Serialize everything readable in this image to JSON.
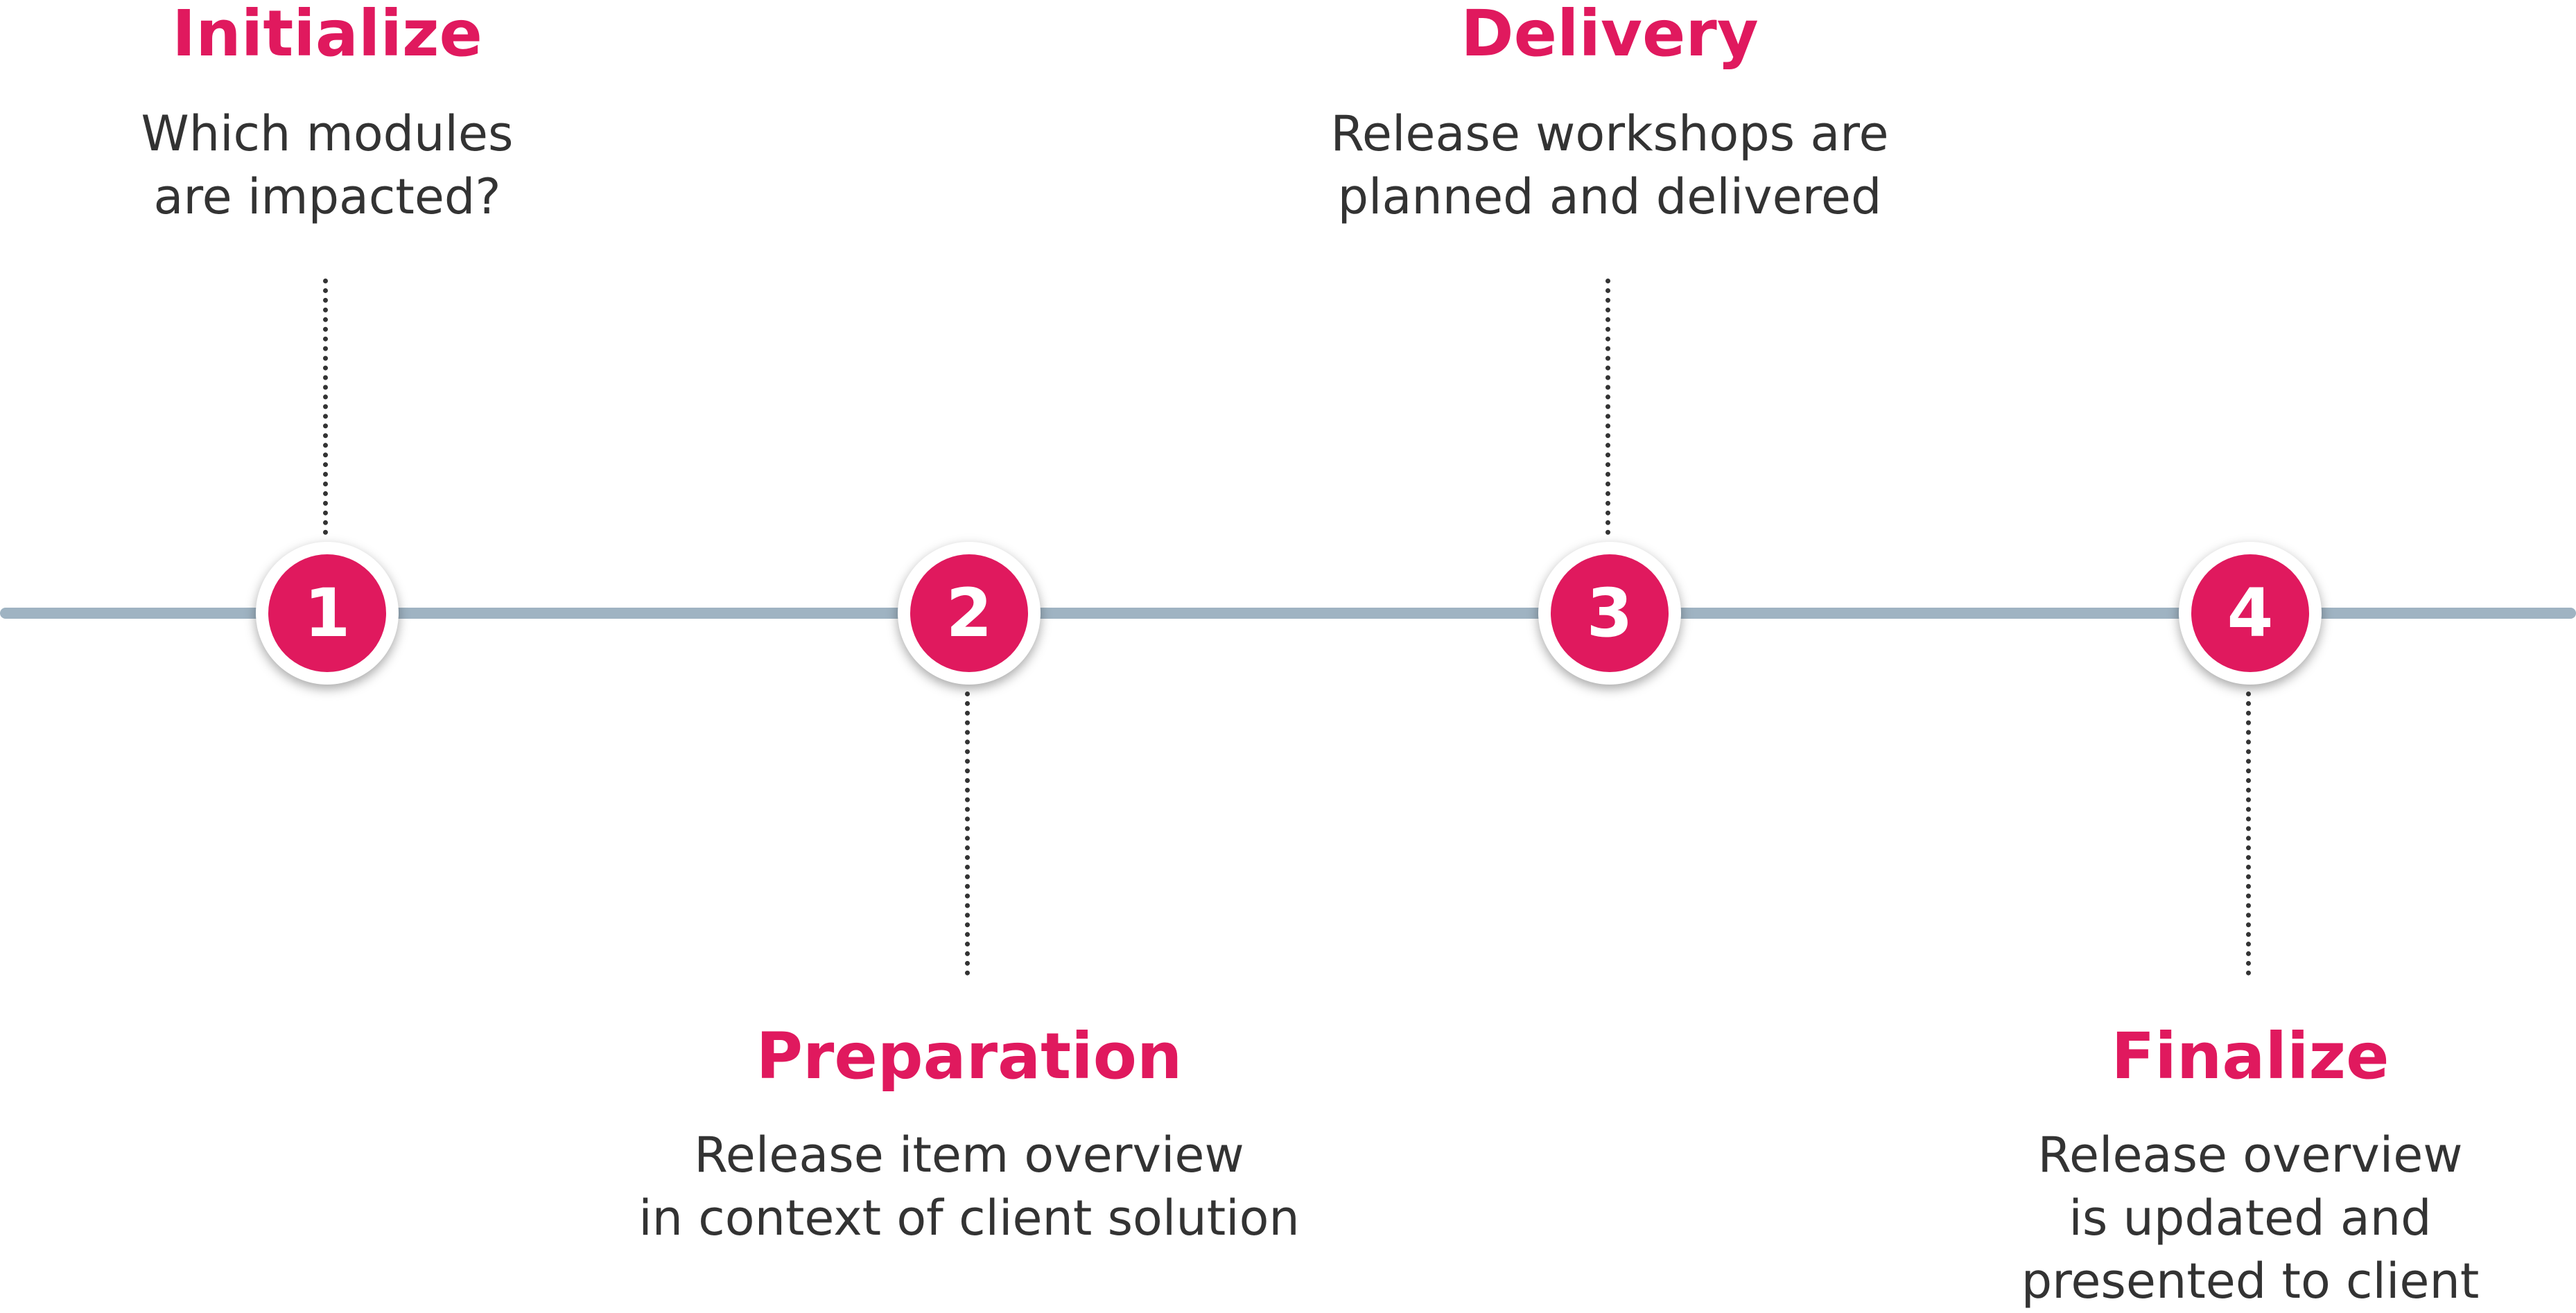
{
  "colors": {
    "accent": "#e0195e",
    "timeline": "#9fb3c2",
    "text": "#333333"
  },
  "steps": [
    {
      "number": "1",
      "title": "Initialize",
      "description": [
        "Which modules",
        "are impacted?"
      ]
    },
    {
      "number": "2",
      "title": "Preparation",
      "description": [
        "Release item overview",
        "in context of client solution"
      ]
    },
    {
      "number": "3",
      "title": "Delivery",
      "description": [
        "Release workshops are",
        "planned and delivered"
      ]
    },
    {
      "number": "4",
      "title": "Finalize",
      "description": [
        "Release overview",
        "is updated and",
        "presented to client"
      ]
    }
  ]
}
